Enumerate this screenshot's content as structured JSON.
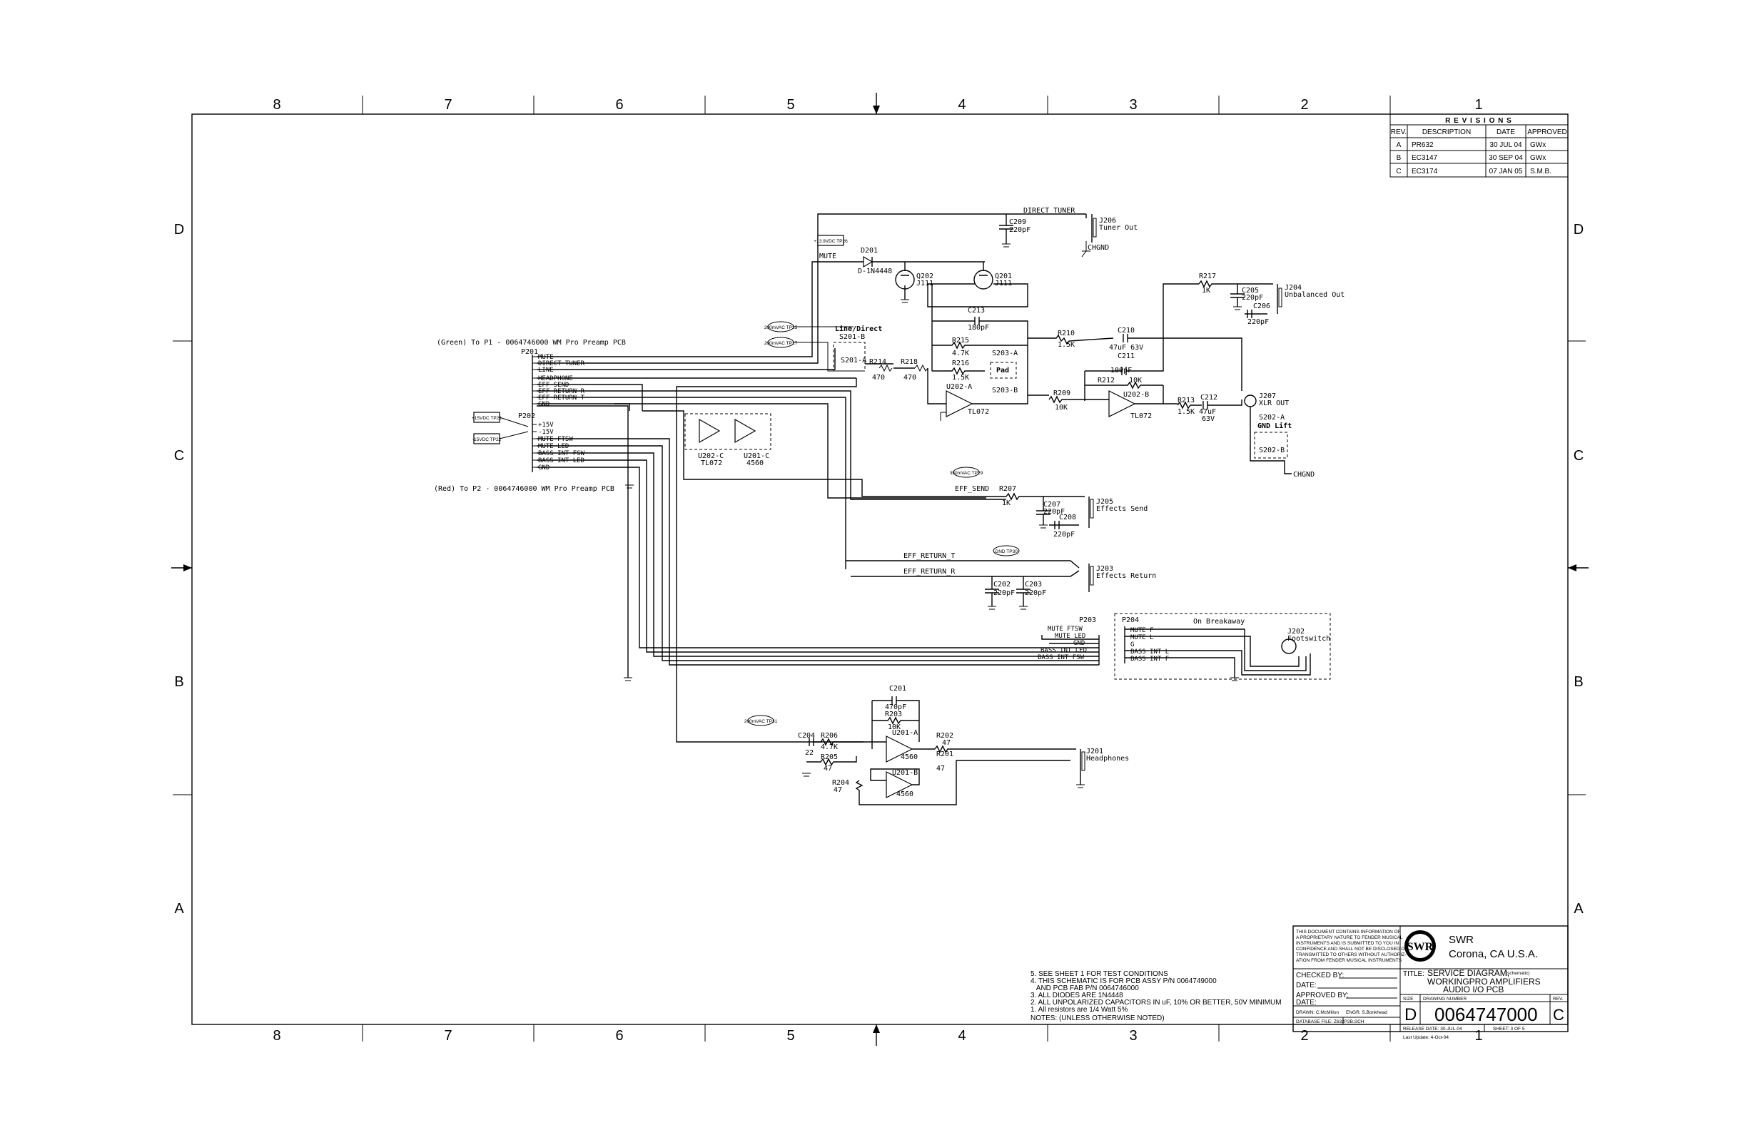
{
  "zones": {
    "columns": [
      "8",
      "7",
      "6",
      "5",
      "4",
      "3",
      "2",
      "1"
    ],
    "rows": [
      "D",
      "C",
      "B",
      "A"
    ]
  },
  "revisions": {
    "title": "R E V I S I O N S",
    "headers": [
      "REV.",
      "DESCRIPTION",
      "DATE",
      "APPROVED"
    ],
    "rows": [
      [
        "A",
        "PR632",
        "30 JUL 04",
        "GWx"
      ],
      [
        "B",
        "EC3147",
        "30 SEP 04",
        "GWx"
      ],
      [
        "C",
        "EC3174",
        "07 JAN 05",
        "S.M.B."
      ]
    ]
  },
  "connectors": {
    "p201_note": "(Green) To P1 - 0064746000 WM Pro Preamp PCB",
    "p202_note": "(Red) To P2 - 0064746000 WM Pro Preamp PCB",
    "p201": "P201",
    "p202": "P202",
    "p201_pins": [
      "MUTE",
      "DIRECT TUNER",
      "LINE",
      "HEADPHONE",
      "EFF SEND",
      "EFF RETURN R",
      "EFF RETURN T",
      "GND"
    ],
    "p202_pins": [
      "+15V",
      "-15V",
      "MUTE FTSW",
      "MUTE LED",
      "BASS INT FSW",
      "BASS INT LED",
      "GND"
    ],
    "p203": "P203",
    "p203_pins": [
      "MUTE FTSW",
      "MUTE LED",
      "GND",
      "BASS INT LED",
      "BASS INT FSW"
    ],
    "p204": "P204",
    "p204_pins": [
      "MUTE F",
      "MUTE L",
      "G",
      "BASS INT L",
      "BASS INT F"
    ],
    "breakaway": "On Breakaway"
  },
  "testpoints": {
    "tp21": "+15VDC TP21",
    "tp22": "-15VDC TP22",
    "tp26": "+13.9VDC TP26",
    "tp25": "200mVAC TP25",
    "tp27": "200mVAC TP27",
    "tp29": "350mVAC TP29",
    "tp30": "GND TP30",
    "tp31": "200mVAC TP31"
  },
  "parts": {
    "d201": "D201",
    "d201_val": "D-1N4448",
    "mute_net": "MUTE",
    "q202": "Q202",
    "q202_val": "J111",
    "q201": "Q201",
    "q201_val": "J111",
    "direct_tuner_net": "DIRECT_TUNER",
    "c209": "C209",
    "c209_val": "220pF",
    "j206": "J206",
    "j206_desc": "Tuner Out",
    "chgnd": "CHGND",
    "line_direct": "Line/Direct",
    "s201b": "S201-B",
    "s201a": "S201-A",
    "r214": "R214",
    "r214_val": "470",
    "r218": "R218",
    "r218_val": "470",
    "c213": "C213",
    "c213_val": "180pF",
    "r215": "R215",
    "r215_val": "4.7K",
    "r216": "R216",
    "r216_val": "1.5K",
    "s203a": "S203-A",
    "pad": "Pad",
    "s203b": "S203-B",
    "u202a": "U202-A",
    "u202a_val": "TL072",
    "r210": "R210",
    "r210_val": "1.5K",
    "r209": "R209",
    "r209_val": "10K",
    "c210": "C210",
    "c210_val": "47uF 63V",
    "c211": "C211",
    "c211_val": "100pF",
    "r212": "R212",
    "r212_val": "10K",
    "u202b": "U202-B",
    "u202b_val": "TL072",
    "r213": "R213",
    "r213_val": "1.5K",
    "c212": "C212",
    "c212_val": "47uF",
    "c212_val2": "63V",
    "r217": "R217",
    "r217_val": "1K",
    "c205": "C205",
    "c205_val": "220pF",
    "c206": "C206",
    "c206_val": "220pF",
    "j204": "J204",
    "j204_desc": "Unbalanced Out",
    "j207": "J207",
    "j207_desc": "XLR OUT",
    "s202a": "S202-A",
    "gnd_lift": "GND Lift",
    "s202b": "S202-B",
    "u202c": "U202-C",
    "u202c_val": "TL072",
    "u201c": "U201-C",
    "u201c_val": "4560",
    "eff_send_net": "EFF_SEND",
    "r207": "R207",
    "r207_val": "1K",
    "c207": "C207",
    "c207_val": "220pF",
    "c208": "C208",
    "c208_val": "220pF",
    "j205": "J205",
    "j205_desc": "Effects Send",
    "eff_ret_t_net": "EFF_RETURN_T",
    "eff_ret_r_net": "EFF_RETURN_R",
    "c202": "C202",
    "c202_val": "220pF",
    "c203": "C203",
    "c203_val": "220pF",
    "j203": "J203",
    "j203_desc": "Effects Return",
    "j202": "J202",
    "j202_desc": "Footswitch",
    "c201": "C201",
    "c201_val": "470pF",
    "r203": "R203",
    "r203_val": "10K",
    "c204": "C204",
    "c204_val": "22",
    "r206": "R206",
    "r206_val": "4.7K",
    "r205": "R205",
    "r205_val": "47",
    "u201a": "U201-A",
    "u201a_val": "4560",
    "u201b": "U201-B",
    "u201b_val": "4560",
    "r204": "R204",
    "r204_val": "47",
    "r202": "R202",
    "r202_val": "47",
    "r201": "R201",
    "r201_val": "47",
    "j201": "J201",
    "j201_desc": "Headphones"
  },
  "notes": {
    "items": [
      "5. SEE SHEET 1 FOR TEST CONDITIONS",
      "4. THIS SCHEMATIC IS FOR PCB ASSY P/N 0064749000",
      "   AND PCB FAB P/N 0064746000",
      "3. ALL DIODES ARE 1N4448",
      "2. ALL UNPOLARIZED CAPACITORS IN uF, 10% OR BETTER, 50V MINIMUM",
      "1. All resistors are 1/4 Watt 5%"
    ],
    "header": "NOTES: (UNLESS OTHERWISE NOTED)"
  },
  "titleblock": {
    "confidential": [
      "THIS DOCUMENT CONTAINS INFORMATION OF",
      "A PROPRIETARY NATURE TO FENDER MUSICAL",
      "INSTRUMENTS AND IS SUBMITTED TO YOU IN",
      "CONFIDENCE AND SHALL NOT BE DISCLOSED OR",
      "TRANSMITTED TO OTHERS WITHOUT AUTHORIZ-",
      "ATION FROM FENDER MUSICAL INSTRUMENTS"
    ],
    "logo": "SWR",
    "company": "SWR",
    "location": "Corona, CA  U.S.A.",
    "checked_by": "CHECKED BY:",
    "date1": "DATE:",
    "approved_by": "APPROVED BY:",
    "date2": "DATE:",
    "drawn": "DRAWN: C.McMillon",
    "engr": "ENGR: S.Bonkhead",
    "database": "DATABASE FILE:  Z632P2B.SCH",
    "title_label": "TITLE:",
    "title1": "SERVICE DIAGRAM,",
    "title_note": "(schematic)",
    "title2": "WORKINGPRO AMPLIFIERS",
    "title3": "AUDIO I/O PCB",
    "size_label": "SIZE",
    "size": "D",
    "drawing_label": "DRAWING NUMBER",
    "drawing_number": "0064747000",
    "rev_label": "REV.",
    "rev": "C",
    "release": "RELEASE DATE:  30-JUL-04",
    "sheet": "SHEET:  3  OF  5",
    "last_update": "Last Update: 4-Oct-04"
  }
}
